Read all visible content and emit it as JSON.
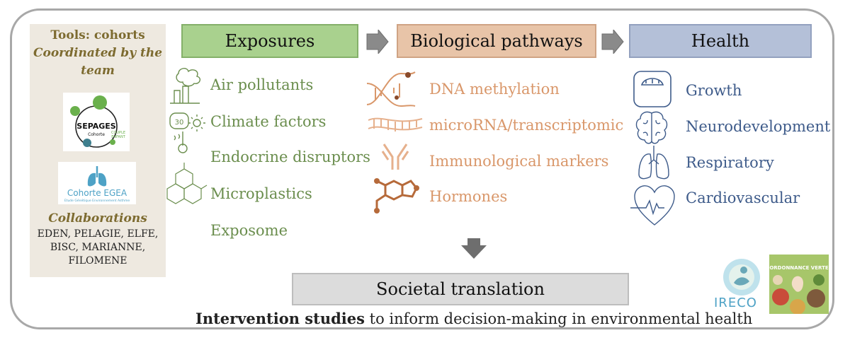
{
  "tools": {
    "title_line1": "Tools: cohorts",
    "title_line2": "Coordinated by the team",
    "sepages_logo": {
      "name": "SEPAGES",
      "sub": "Cohorte",
      "tag": "COUPLE ENFANT"
    },
    "egea_logo": {
      "name": "Cohorte EGEA",
      "sub": "Etude Génétique Environnement Asthme"
    },
    "collab_title": "Collaborations",
    "collab_line1": "EDEN, PELAGIE, ELFE,",
    "collab_line2": "BISC, MARIANNE,",
    "collab_line3": "FILOMENE"
  },
  "exposures": {
    "header": "Exposures",
    "items": [
      "Air pollutants",
      "Climate factors",
      "Endocrine disruptors",
      "Microplastics",
      "Exposome"
    ]
  },
  "pathways": {
    "header": "Biological pathways",
    "items": [
      "DNA methylation",
      "microRNA/transcriptomic",
      "Immunological markers",
      "Hormones"
    ]
  },
  "health": {
    "header": "Health",
    "items": [
      "Growth",
      "Neurodevelopment",
      "Respiratory",
      "Cardiovascular"
    ]
  },
  "societal": {
    "header": "Societal translation",
    "intervention_bold": "Intervention studies",
    "intervention_rest": " to inform decision-making in environmental health"
  },
  "logos": {
    "ireco": "IRECO",
    "ordonnance": "ORDONNANCE VERTE"
  },
  "colors": {
    "exposures": "#a9d18e",
    "pathways": "#e8c4a8",
    "health": "#b4c0d8",
    "societal": "#dcdcdc"
  }
}
